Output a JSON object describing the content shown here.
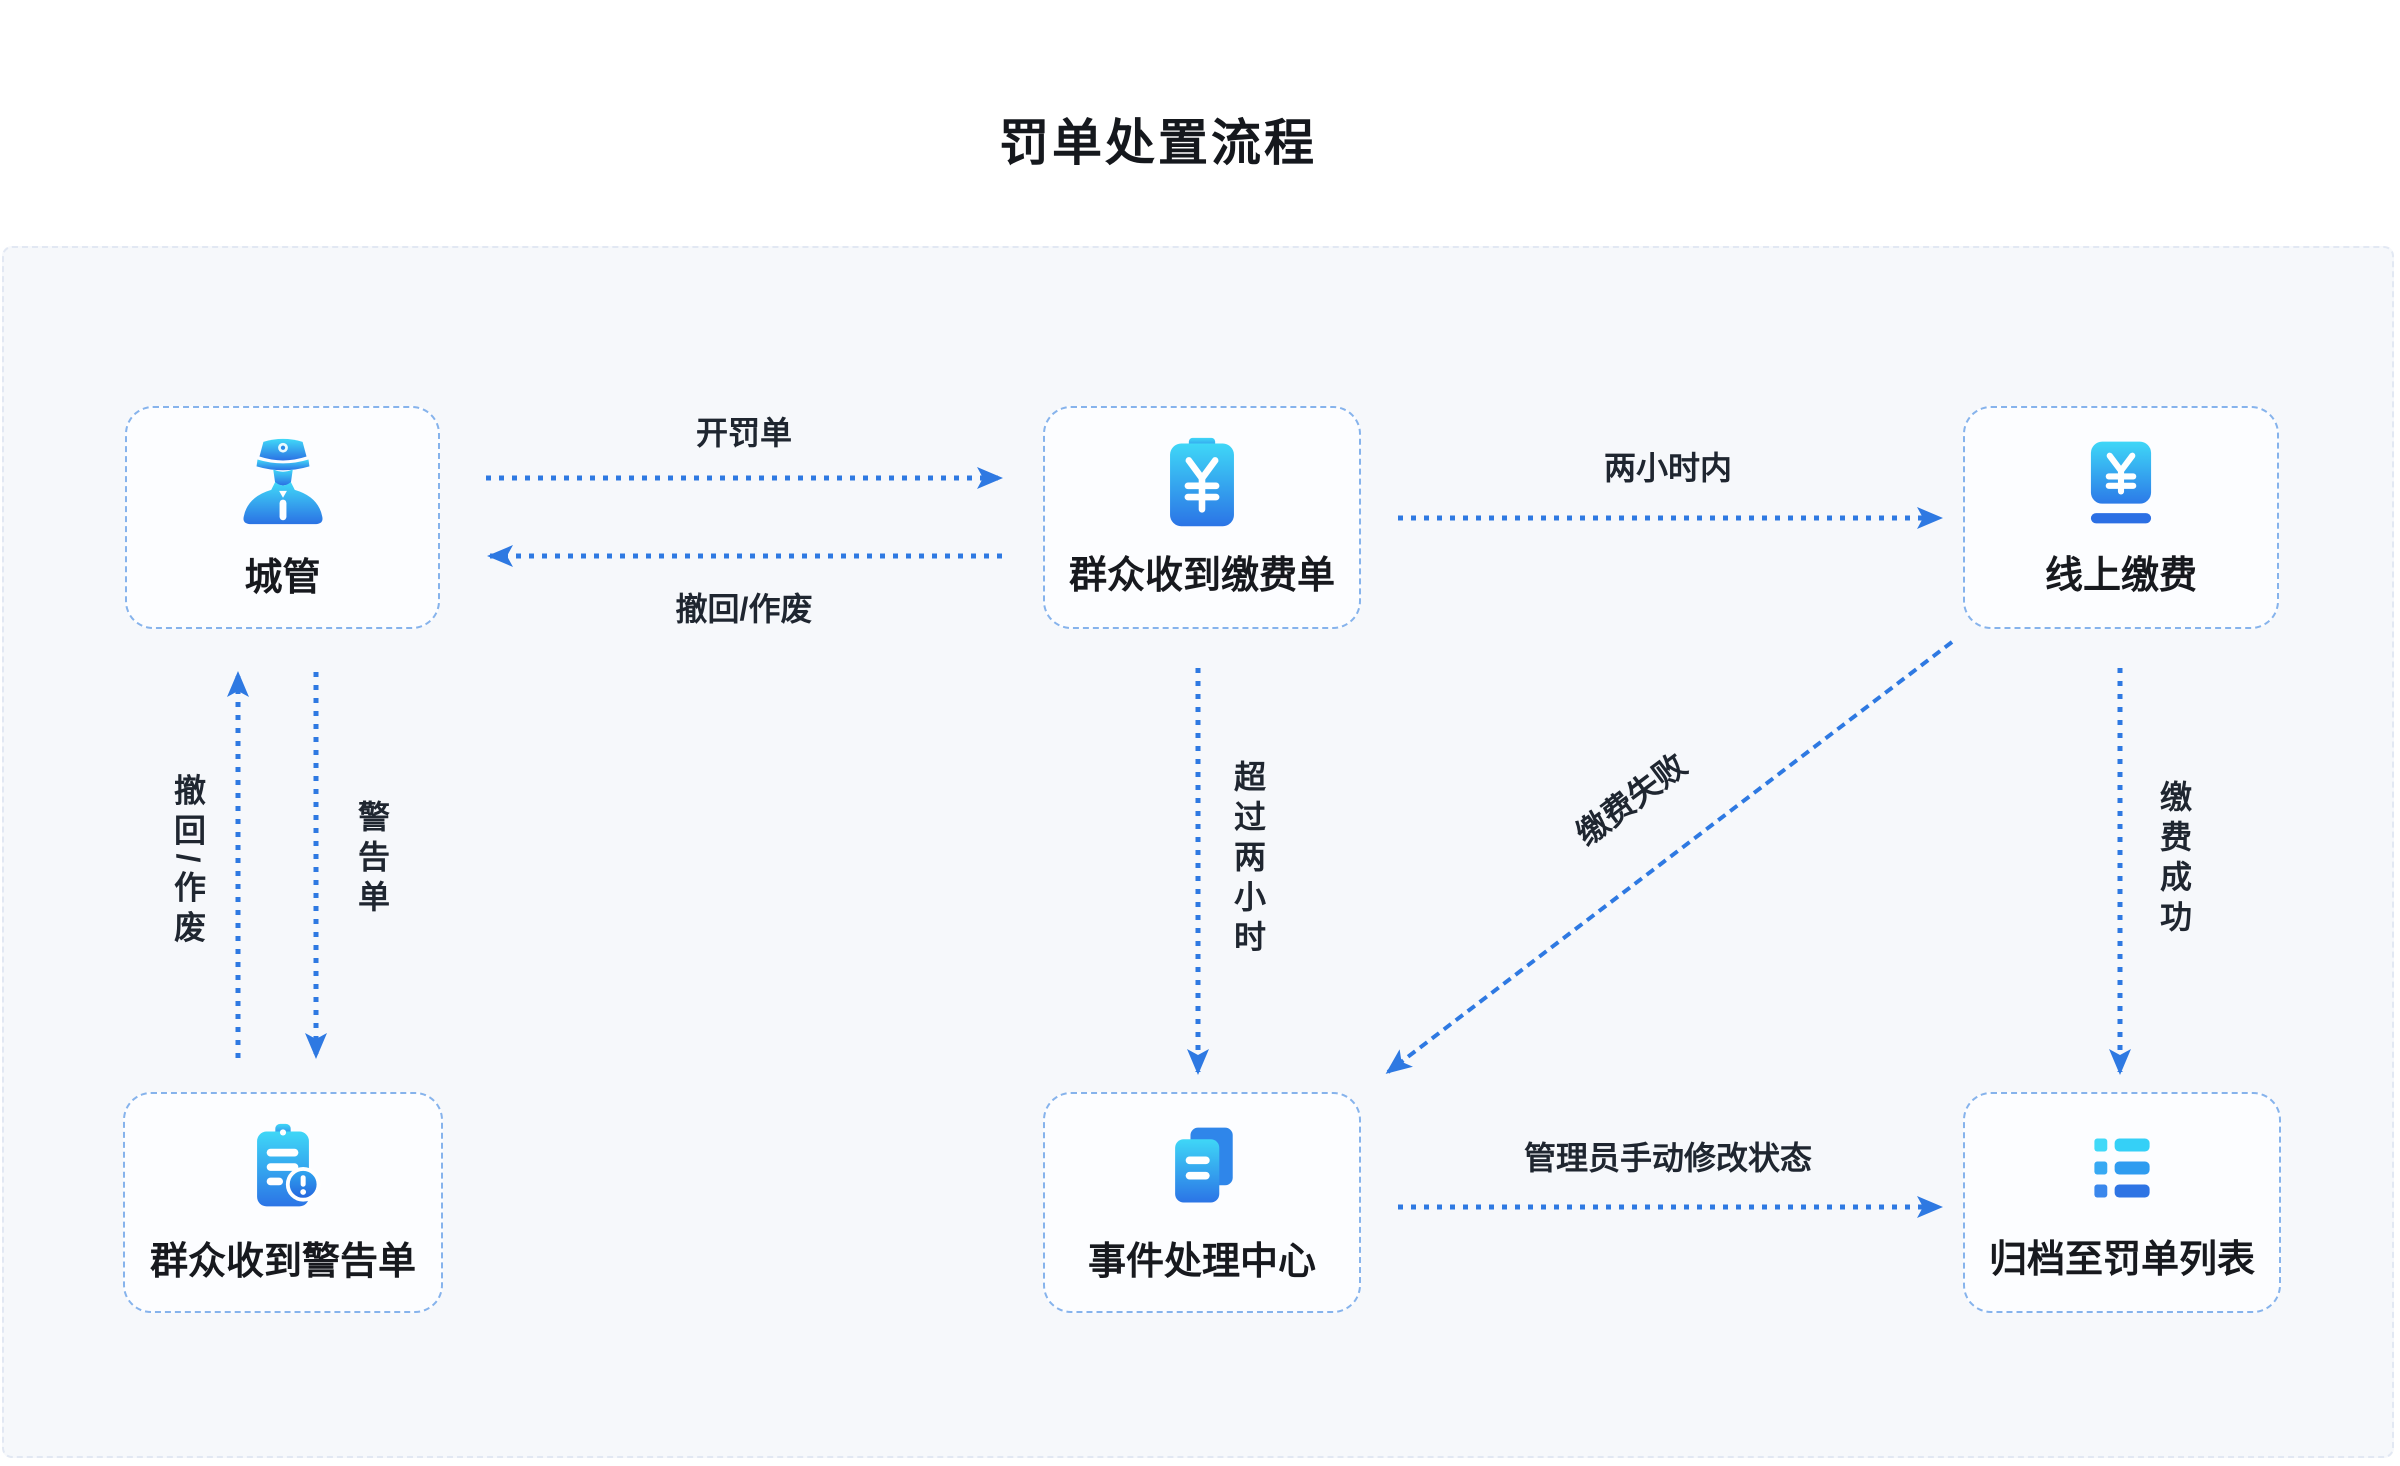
{
  "title": "罚单处置流程",
  "colors": {
    "arrow_blue": "#2e79e2",
    "node_border": "#86b3ec",
    "node_background": "#fcfdff",
    "panel_background": "#f6f8fb",
    "icon_gradient_top": "#41d9f8",
    "icon_gradient_bottom": "#2b72e4",
    "text_dark": "#17191e"
  },
  "nodes": [
    {
      "id": "chengguan",
      "label": "城管",
      "icon": "police-officer-icon"
    },
    {
      "id": "receive-payment-bill",
      "label": "群众收到缴费单",
      "icon": "payment-bill-icon"
    },
    {
      "id": "online-payment",
      "label": "线上缴费",
      "icon": "pos-payment-icon"
    },
    {
      "id": "receive-warning",
      "label": "群众收到警告单",
      "icon": "warning-clipboard-icon"
    },
    {
      "id": "event-center",
      "label": "事件处理中心",
      "icon": "documents-icon"
    },
    {
      "id": "archive-list",
      "label": "归档至罚单列表",
      "icon": "list-icon"
    }
  ],
  "edges": [
    {
      "label": "开罚单",
      "from": "城管",
      "to": "群众收到缴费单"
    },
    {
      "label": "撤回/作废",
      "from": "群众收到缴费单",
      "to": "城管"
    },
    {
      "label": "两小时内",
      "from": "群众收到缴费单",
      "to": "线上缴费"
    },
    {
      "label": "撤回/作废",
      "from": "群众收到警告单",
      "to": "城管"
    },
    {
      "label": "警告单",
      "from": "城管",
      "to": "群众收到警告单"
    },
    {
      "label": "超过两小时",
      "from": "群众收到缴费单",
      "to": "事件处理中心"
    },
    {
      "label": "缴费失败",
      "from": "线上缴费",
      "to": "事件处理中心"
    },
    {
      "label": "缴费成功",
      "from": "线上缴费",
      "to": "归档至罚单列表"
    },
    {
      "label": "管理员手动修改状态",
      "from": "事件处理中心",
      "to": "归档至罚单列表"
    }
  ]
}
